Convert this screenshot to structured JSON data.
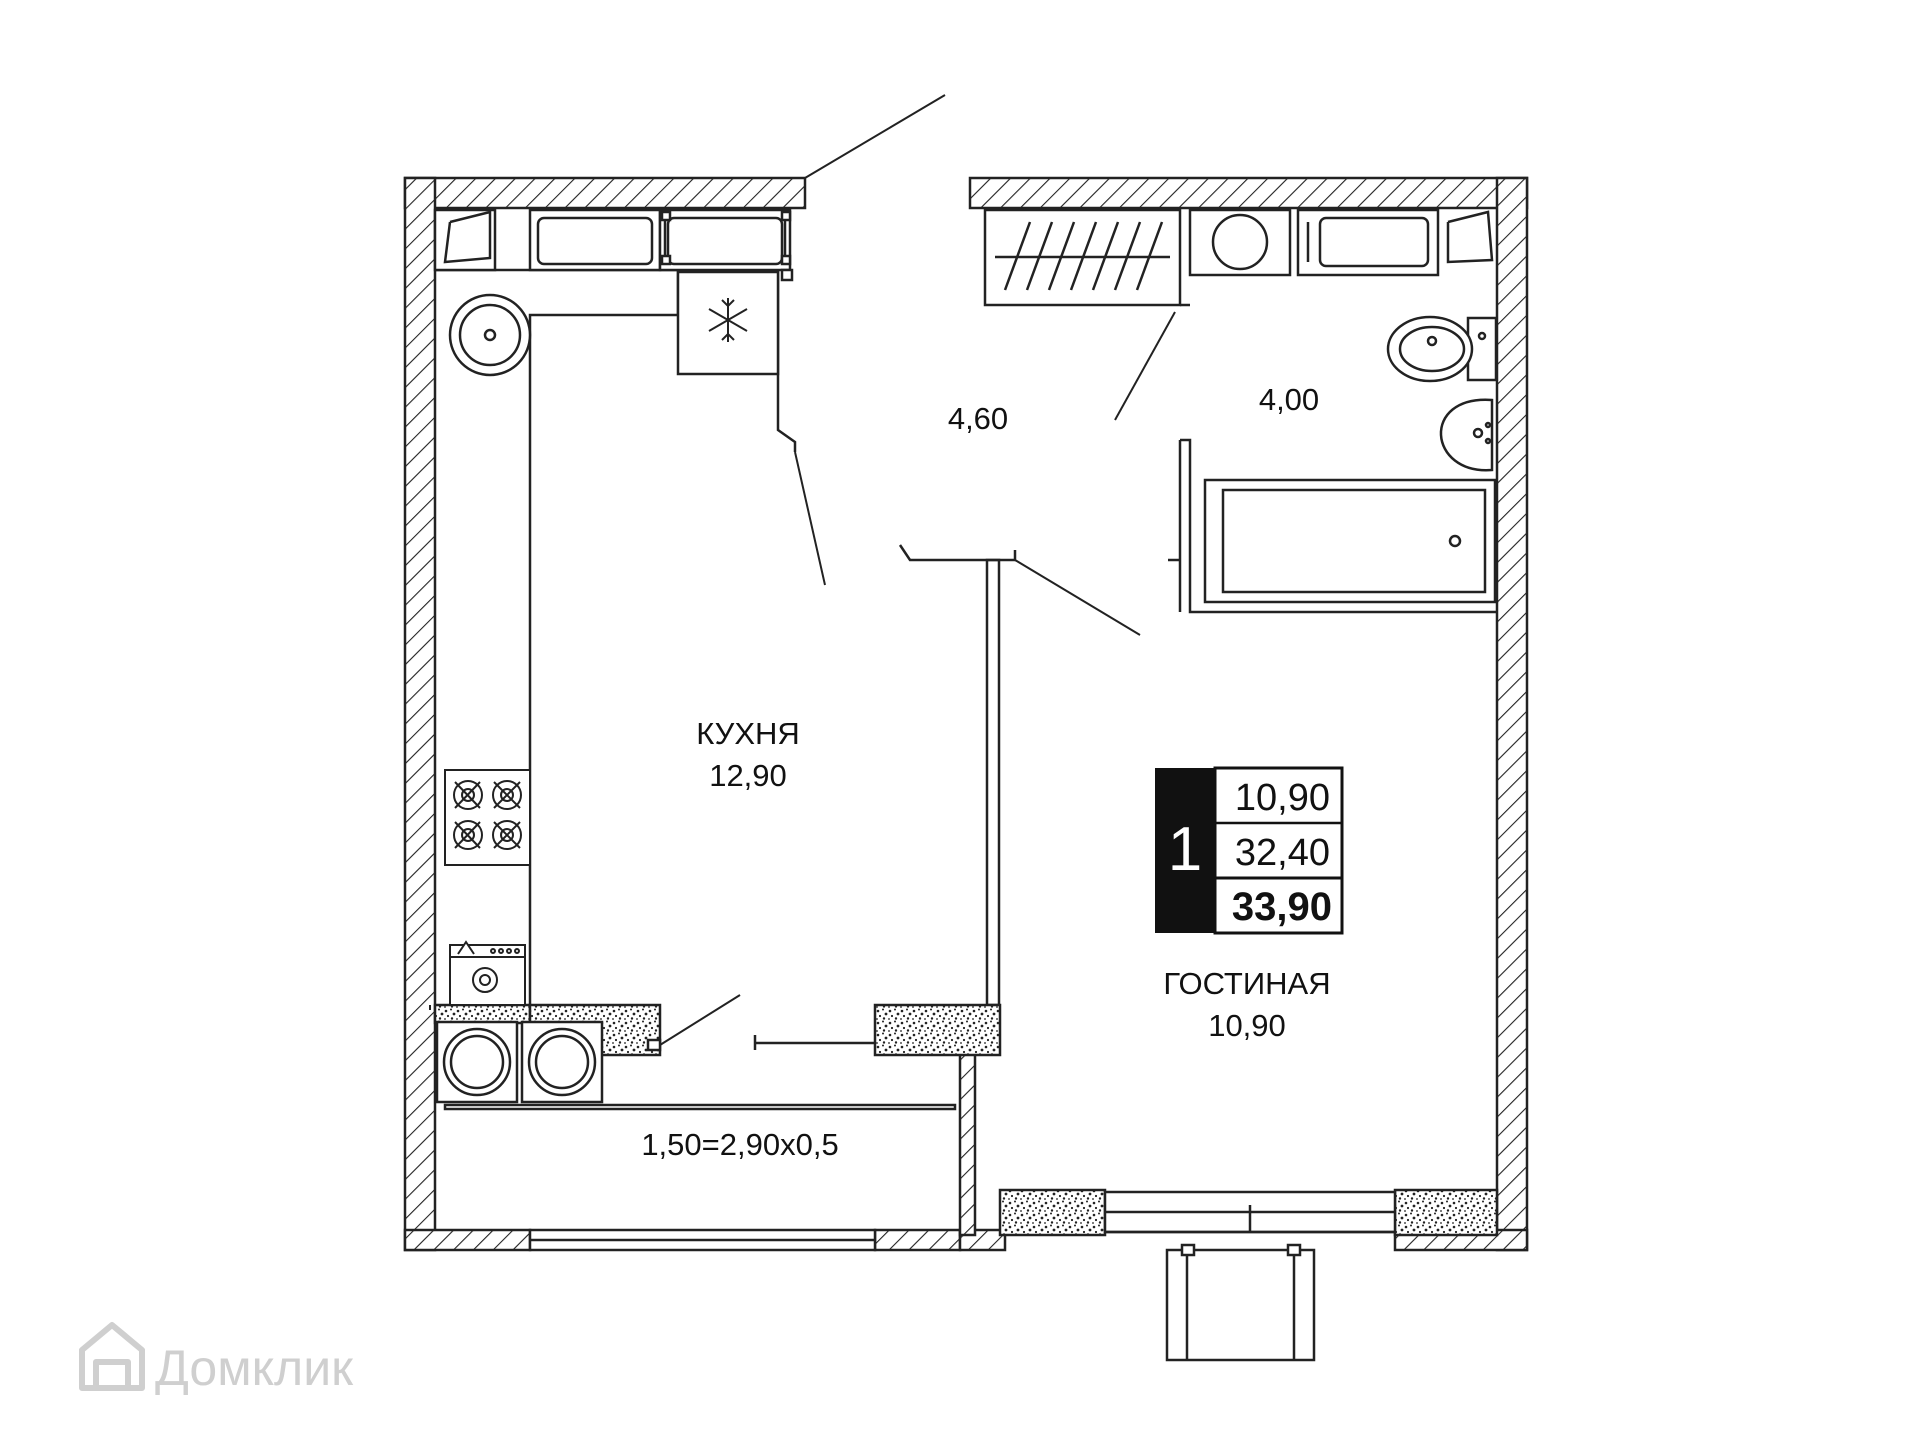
{
  "plan": {
    "hallway_area": "4,60",
    "bathroom_area": "4,00",
    "kitchen": {
      "name": "КУХНЯ",
      "area": "12,90"
    },
    "living_room": {
      "name": "ГОСТИНАЯ",
      "area": "10,90"
    },
    "balcony_area": "1,50=2,90x0,5"
  },
  "summary": {
    "rooms": "1",
    "living_area": "10,90",
    "total_area": "32,40",
    "total_with_balcony": "33,90"
  },
  "watermark": {
    "text": "Домклик"
  }
}
